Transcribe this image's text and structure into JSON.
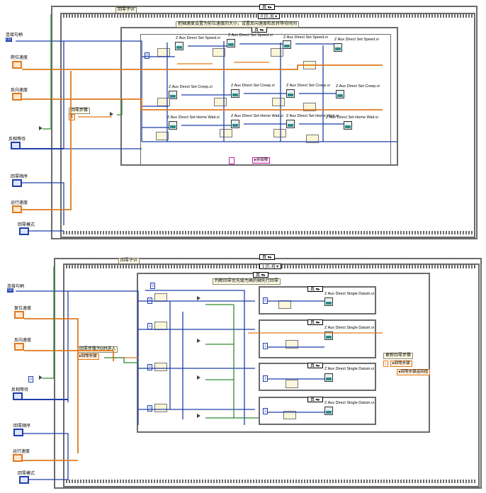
{
  "top": {
    "case_selector": "真",
    "subvi_tag": "回零子VI",
    "stack_selector": "0 [0..8]",
    "inner_case_selector": "真",
    "comment": "把轴速度设置为前位速度的大小，设置反向速度和反转等待时间",
    "controls": [
      {
        "label": "连接句柄",
        "value": "I32"
      },
      {
        "label": "爬位速度",
        "value": ""
      },
      {
        "label": "反向速度",
        "value": ""
      },
      {
        "label": "反相等待",
        "value": ""
      },
      {
        "label": "回零顺序",
        "value": ""
      },
      {
        "label": "运行速度",
        "value": ""
      },
      {
        "label": "回零模式",
        "value": ""
      }
    ],
    "step_label": "回零步骤",
    "step_const": "1",
    "vis": [
      "Z Aux Direct Set Speed.vi",
      "Z Aux Direct Set Speed.vi",
      "Z Aux Direct Set Speed.vi",
      "Z Aux Direct Set Speed.vi",
      "Z Aux Direct Set Creep.vi",
      "Z Aux Direct Set Creep.vi",
      "Z Aux Direct Set Creep.vi",
      "Z Aux Direct Set Creep.vi",
      "Z Aux Direct Set Home Wait.vi",
      "Z Aux Direct Set Home Wait.vi",
      "Z Aux Direct Set Home Wait.vi",
      "Z Aux Direct Set Home Wait.vi"
    ],
    "bottom_indicator": "步回零"
  },
  "bottom": {
    "case_selector": "真",
    "subvi_tag": "回零子VI",
    "stack_selector": "1 [0..8]",
    "inner_case_selector": "真",
    "comment": "判断回零优先级为高的轴先行回零",
    "controls": [
      {
        "label": "连接句柄",
        "value": "I32"
      },
      {
        "label": "复位速度",
        "value": ""
      },
      {
        "label": "反向速度",
        "value": ""
      },
      {
        "label": "反相等待",
        "value": ""
      },
      {
        "label": "回零顺序",
        "value": ""
      },
      {
        "label": "运行速度",
        "value": ""
      },
      {
        "label": "回零模式",
        "value": ""
      }
    ],
    "step_box_title": "回零步骤为0时进入",
    "step_box_value": "回零步骤",
    "consts": [
      "0",
      "1",
      "2",
      "3"
    ],
    "vis": [
      "Z Aux Direct Single Datum.vi",
      "Z Aux Direct Single Datum.vi",
      "Z Aux Direct Single Datum.vi",
      "Z Aux Direct Single Datum.vi"
    ],
    "update_title": "更新回零步骤",
    "update_indicators": [
      "回零步骤",
      "回零步骤返回值"
    ],
    "update_const": "1"
  },
  "colors": {
    "orange_wire": "#e07a1f",
    "blue_wire": "#1f3fa8",
    "green_wire": "#2e8b2e",
    "frame": "#6b6b6b"
  }
}
